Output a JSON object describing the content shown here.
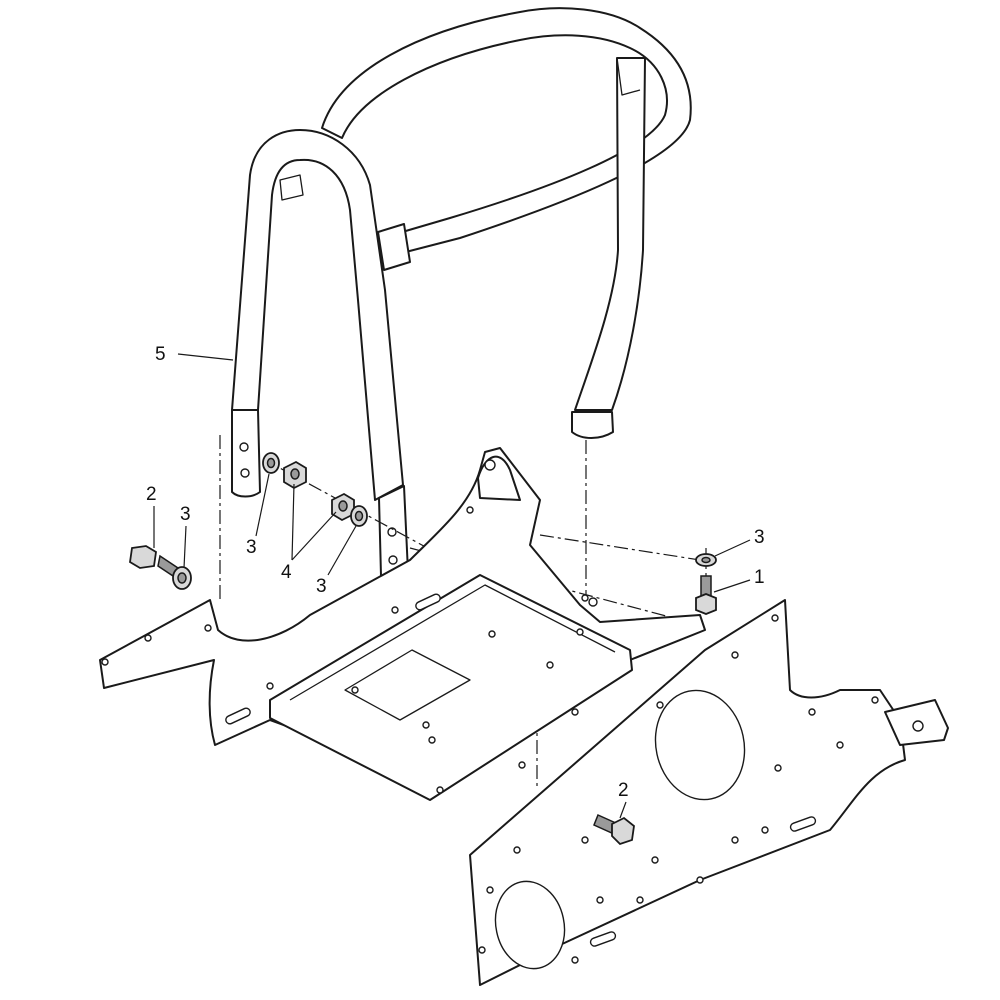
{
  "callouts": {
    "c1": "1",
    "c2a": "2",
    "c2b": "2",
    "c3a": "3",
    "c3b": "3",
    "c3c": "3",
    "c3d": "3",
    "c4": "4",
    "c5": "5"
  }
}
